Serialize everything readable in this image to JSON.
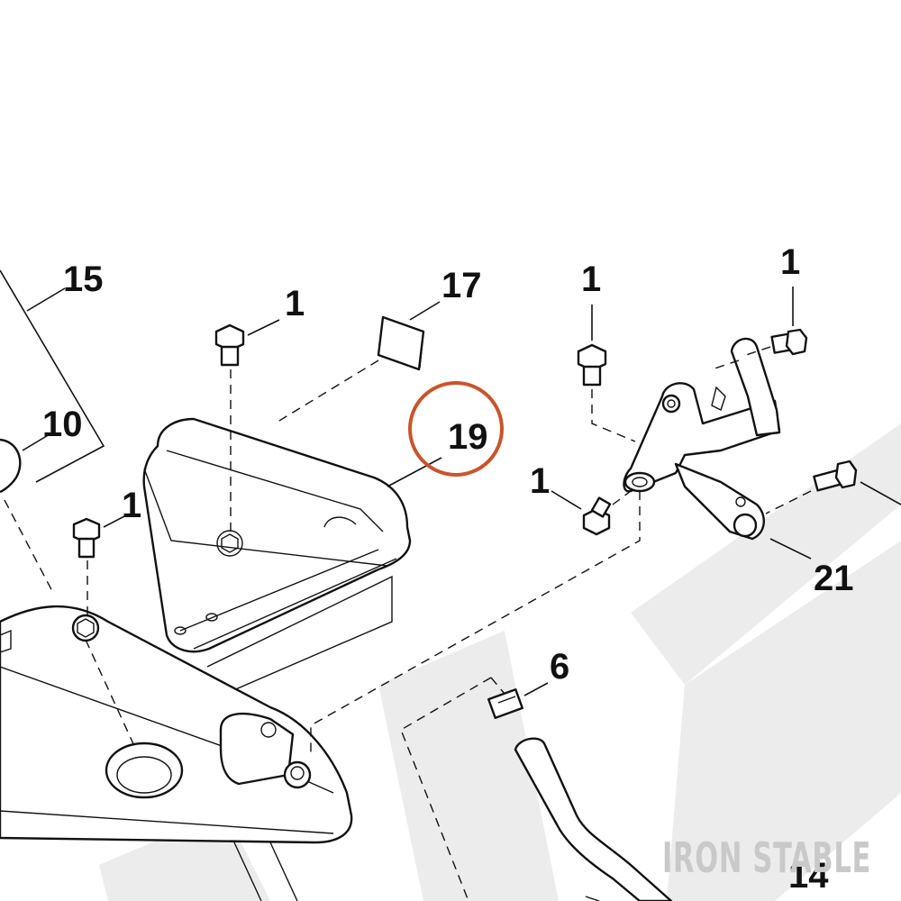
{
  "diagram": {
    "callouts": [
      {
        "id": "c15",
        "label": "15"
      },
      {
        "id": "c10",
        "label": "10"
      },
      {
        "id": "c1a",
        "label": "1"
      },
      {
        "id": "c17",
        "label": "17"
      },
      {
        "id": "c19",
        "label": "19"
      },
      {
        "id": "c1b",
        "label": "1"
      },
      {
        "id": "c1c",
        "label": "1"
      },
      {
        "id": "c1d",
        "label": "1"
      },
      {
        "id": "c1e",
        "label": "1"
      },
      {
        "id": "c21",
        "label": "21"
      },
      {
        "id": "c6",
        "label": "6"
      },
      {
        "id": "c14",
        "label": "14"
      }
    ],
    "highlighted_callout": "19",
    "highlight_color": "#c8552b",
    "watermark_color": "#ececec"
  },
  "brand": {
    "text": "IRON STABLE",
    "color": "#c9c9c9"
  }
}
